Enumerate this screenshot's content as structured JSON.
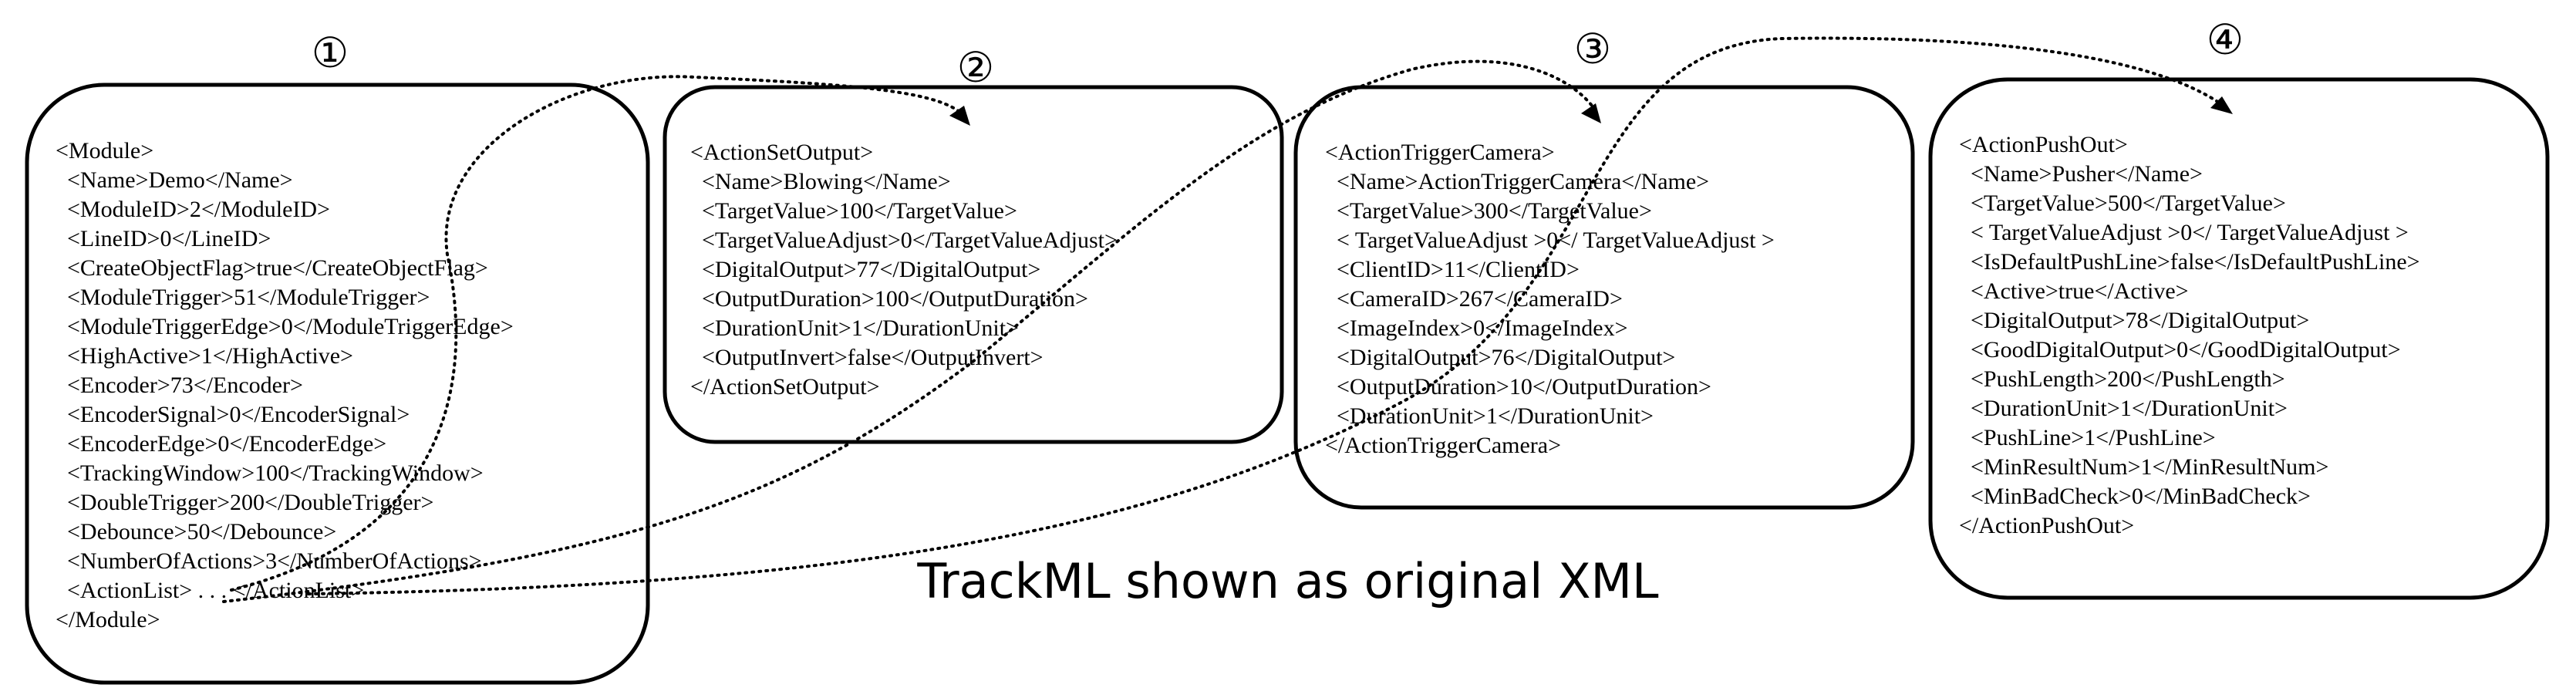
{
  "caption": "TrackML shown as original XML",
  "boxes": [
    {
      "number": "①",
      "lines": [
        "<Module>",
        "  <Name>Demo</Name>",
        "  <ModuleID>2</ModuleID>",
        "  <LineID>0</LineID>",
        "  <CreateObjectFlag>true</CreateObjectFlag>",
        "  <ModuleTrigger>51</ModuleTrigger>",
        "  <ModuleTriggerEdge>0</ModuleTriggerEdge>",
        "  <HighActive>1</HighActive>",
        "  <Encoder>73</Encoder>",
        "  <EncoderSignal>0</EncoderSignal>",
        "  <EncoderEdge>0</EncoderEdge>",
        "  <TrackingWindow>100</TrackingWindow>",
        "  <DoubleTrigger>200</DoubleTrigger>",
        "  <Debounce>50</Debounce>",
        "  <NumberOfActions>3</NumberOfActions>",
        "  <ActionList> . . . </ActionList>",
        "</Module>"
      ]
    },
    {
      "number": "②",
      "lines": [
        "<ActionSetOutput>",
        "  <Name>Blowing</Name>",
        "  <TargetValue>100</TargetValue>",
        "  <TargetValueAdjust>0</TargetValueAdjust>",
        "  <DigitalOutput>77</DigitalOutput>",
        "  <OutputDuration>100</OutputDuration>",
        "  <DurationUnit>1</DurationUnit>",
        "  <OutputInvert>false</OutputInvert>",
        "</ActionSetOutput>"
      ]
    },
    {
      "number": "③",
      "lines": [
        "<ActionTriggerCamera>",
        "  <Name>ActionTriggerCamera</Name>",
        "  <TargetValue>300</TargetValue>",
        "  < TargetValueAdjust >0</ TargetValueAdjust >",
        "  <ClientID>11</ClientID>",
        "  <CameraID>267</CameraID>",
        "  <ImageIndex>0</ImageIndex>",
        "  <DigitalOutput>76</DigitalOutput>",
        "  <OutputDuration>10</OutputDuration>",
        "  <DurationUnit>1</DurationUnit>",
        "</ActionTriggerCamera>"
      ]
    },
    {
      "number": "④",
      "lines": [
        "<ActionPushOut>",
        "  <Name>Pusher</Name>",
        "  <TargetValue>500</TargetValue>",
        "  < TargetValueAdjust >0</ TargetValueAdjust >",
        "  <IsDefaultPushLine>false</IsDefaultPushLine>",
        "  <Active>true</Active>",
        "  <DigitalOutput>78</DigitalOutput>",
        "  <GoodDigitalOutput>0</GoodDigitalOutput>",
        "  <PushLength>200</PushLength>",
        "  <DurationUnit>1</DurationUnit>",
        "  <PushLine>1</PushLine>",
        "  <MinResultNum>1</MinResultNum>",
        "  <MinBadCheck>0</MinBadCheck>",
        "</ActionPushOut>"
      ]
    }
  ]
}
